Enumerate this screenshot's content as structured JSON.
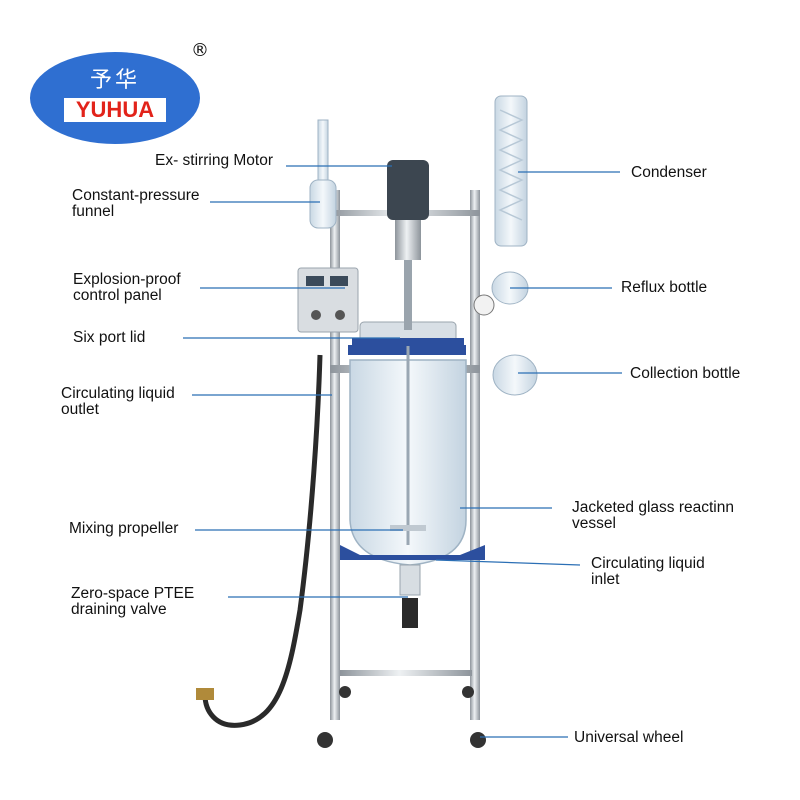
{
  "logo": {
    "chinese_name": "予华",
    "brand": "YUHUA",
    "registered_mark": "®",
    "colors": {
      "ellipse": "#2f6fd1",
      "brand_text": "#e2231a",
      "band": "#ffffff"
    }
  },
  "labels": {
    "stirring_motor": "Ex- stirring Motor",
    "funnel": "Constant-pressure\nfunnel",
    "control_panel": "Explosion-proof\ncontrol panel",
    "six_port_lid": "Six port lid",
    "liquid_outlet": "Circulating liquid\noutlet",
    "mixing_propeller": "Mixing propeller",
    "draining_valve": "Zero-space PTEE\ndraining valve",
    "condenser": "Condenser",
    "reflux_bottle": "Reflux bottle",
    "collection_bottle": "Collection bottle",
    "reactor_vessel": "Jacketed glass reactinn\nvessel",
    "liquid_inlet": "Circulating liquid\ninlet",
    "universal_wheel": "Universal wheel"
  },
  "colors": {
    "leader_line": "#2b6fb5",
    "frame": "#b9bec4",
    "glass": "#dbe8f2",
    "accent_blue": "#2c4f9e"
  }
}
